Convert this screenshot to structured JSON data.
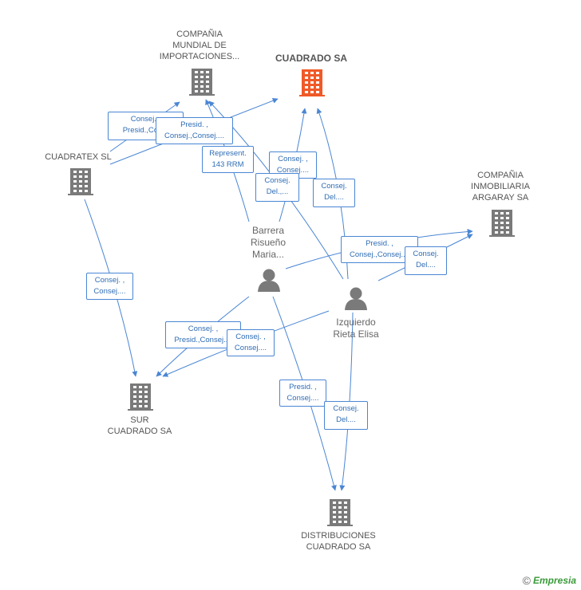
{
  "colors": {
    "edge": "#4a86d4",
    "building": "#7a7a7a",
    "building_focus": "#f05a28",
    "person": "#7a7a7a"
  },
  "nodes": {
    "compania_mundial": {
      "label": "COMPAÑIA\nMUNDIAL DE\nIMPORTACIONES...",
      "icon": "building-icon"
    },
    "cuadrado_sa": {
      "label": "CUADRADO SA",
      "icon": "building-icon"
    },
    "cuadratex": {
      "label": "CUADRATEX SL",
      "icon": "building-icon"
    },
    "compania_inmobiliaria": {
      "label": "COMPAÑIA\nINMOBILIARIA\nARGARAY SA",
      "icon": "building-icon"
    },
    "barrera": {
      "label": "Barrera\nRisueño\nMaria...",
      "icon": "person-icon"
    },
    "izquierdo": {
      "label": "Izquierdo\nRieta Elisa",
      "icon": "person-icon"
    },
    "sur_cuadrado": {
      "label": "SUR\nCUADRADO SA",
      "icon": "building-icon"
    },
    "distribuciones": {
      "label": "DISTRIBUCIONES\nCUADRADO SA",
      "icon": "building-icon"
    }
  },
  "edge_labels": [
    "Consej. ,\nPresid.,Con...",
    "Presid. ,\nConsej.,Consej....",
    "Represent.\n143 RRM",
    "Consej. ,\nConsej....",
    "Consej.\nDel.,...",
    "Consej.\nDel....",
    "Presid. ,\nConsej.,Consej....",
    "Consej.\nDel....",
    "Consej. ,\nConsej....",
    "Consej. ,\nPresid.,Consej....",
    "Consej. ,\nConsej....",
    "Presid. ,\nConsej....",
    "Consej.\nDel...."
  ],
  "footer": {
    "copyright": "©",
    "brand": "Empresia"
  }
}
